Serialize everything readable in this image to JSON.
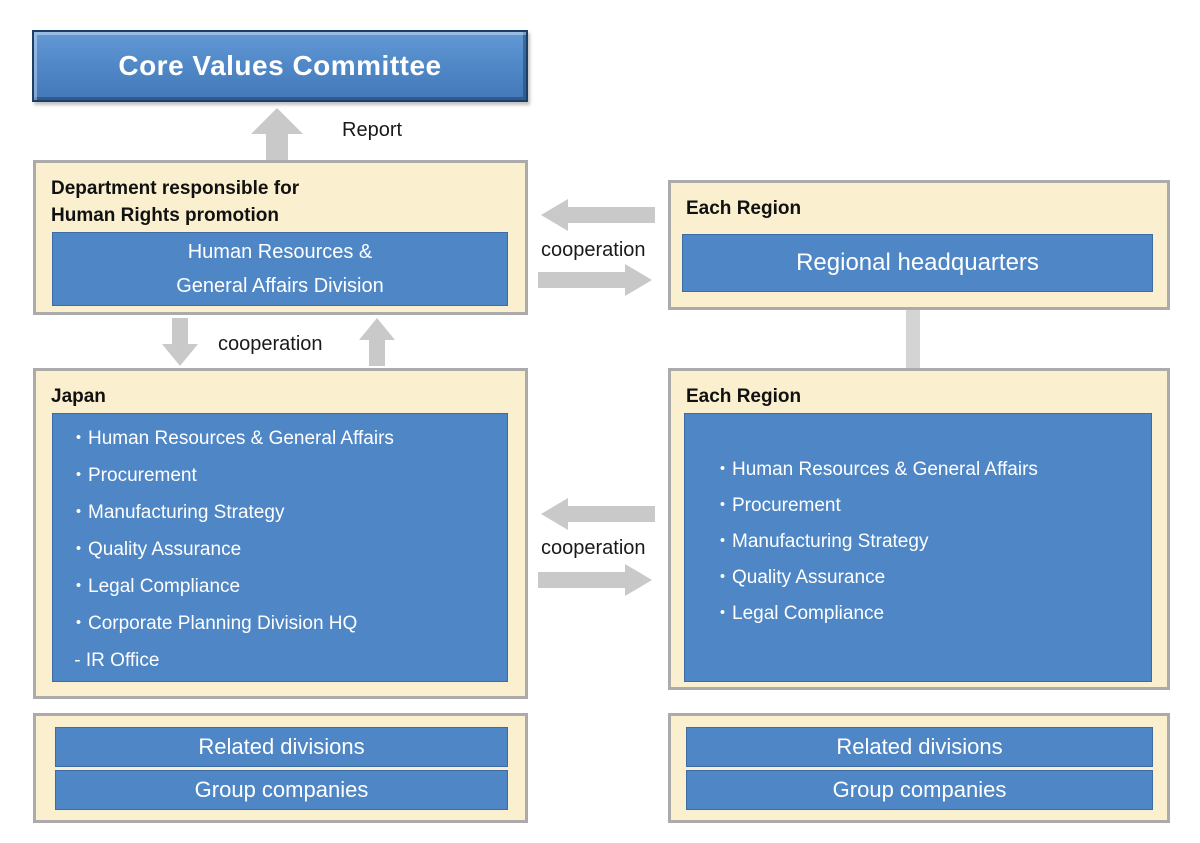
{
  "palette": {
    "blue": "#4E86C6",
    "cream": "#FAEFCE",
    "panel_border_gray": "#ABABAB",
    "arrow_gray": "#C9C9C9",
    "committee_border_navy": "#1B3F66",
    "text_dark": "#111111",
    "text_white": "#FFFFFF"
  },
  "committee": {
    "label": "Core Values Committee"
  },
  "labels": {
    "report": "Report",
    "cooperation_top": "cooperation",
    "cooperation_vertical": "cooperation",
    "cooperation_mid": "cooperation"
  },
  "department": {
    "title": "Department responsible for\nHuman Rights promotion",
    "division": "Human Resources &\nGeneral Affairs Division"
  },
  "region_hq": {
    "title": "Each Region",
    "box": "Regional headquarters"
  },
  "japan": {
    "title": "Japan",
    "items": [
      "・Human Resources & General Affairs",
      "・Procurement",
      "・Manufacturing Strategy",
      "・Quality Assurance",
      "・Legal Compliance",
      "・Corporate Planning Division HQ",
      " - IR Office"
    ]
  },
  "region": {
    "title": "Each Region",
    "items": [
      "・Human Resources & General Affairs",
      "・Procurement",
      "・Manufacturing Strategy",
      "・Quality Assurance",
      "・Legal Compliance"
    ]
  },
  "bottom_left": {
    "bar1": "Related divisions",
    "bar2": "Group companies"
  },
  "bottom_right": {
    "bar1": "Related divisions",
    "bar2": "Group companies"
  }
}
